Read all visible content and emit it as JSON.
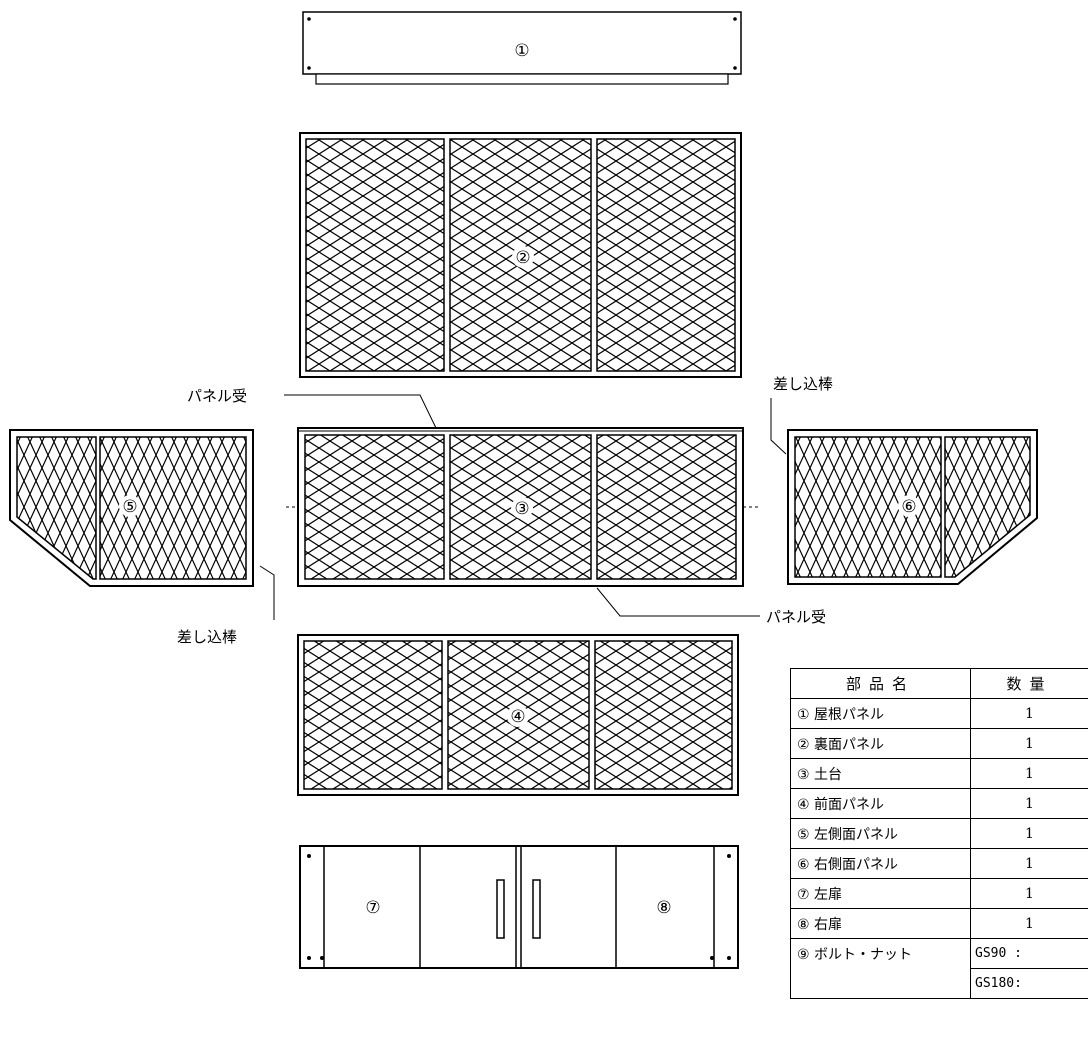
{
  "parts": {
    "p1": "①",
    "p2": "②",
    "p3": "③",
    "p4": "④",
    "p5": "⑤",
    "p6": "⑥",
    "p7": "⑦",
    "p8": "⑧"
  },
  "callouts": {
    "panel_receiver_top": "パネル受",
    "panel_receiver_bottom": "パネル受",
    "insert_rod_right": "差し込棒",
    "insert_rod_left": "差し込棒"
  },
  "table": {
    "header_name": "部品名",
    "header_qty": "数量",
    "rows": [
      {
        "name": "① 屋根パネル",
        "qty": "1"
      },
      {
        "name": "② 裏面パネル",
        "qty": "1"
      },
      {
        "name": "③ 土台",
        "qty": "1"
      },
      {
        "name": "④ 前面パネル",
        "qty": "1"
      },
      {
        "name": "⑤ 左側面パネル",
        "qty": "1"
      },
      {
        "name": "⑥ 右側面パネル",
        "qty": "1"
      },
      {
        "name": "⑦ 左扉",
        "qty": "1"
      },
      {
        "name": "⑧ 右扉",
        "qty": "1"
      }
    ],
    "bolt_row": {
      "name": "⑨ ボルト・ナット",
      "model_a": "GS90 :",
      "model_b": "GS180:"
    }
  }
}
